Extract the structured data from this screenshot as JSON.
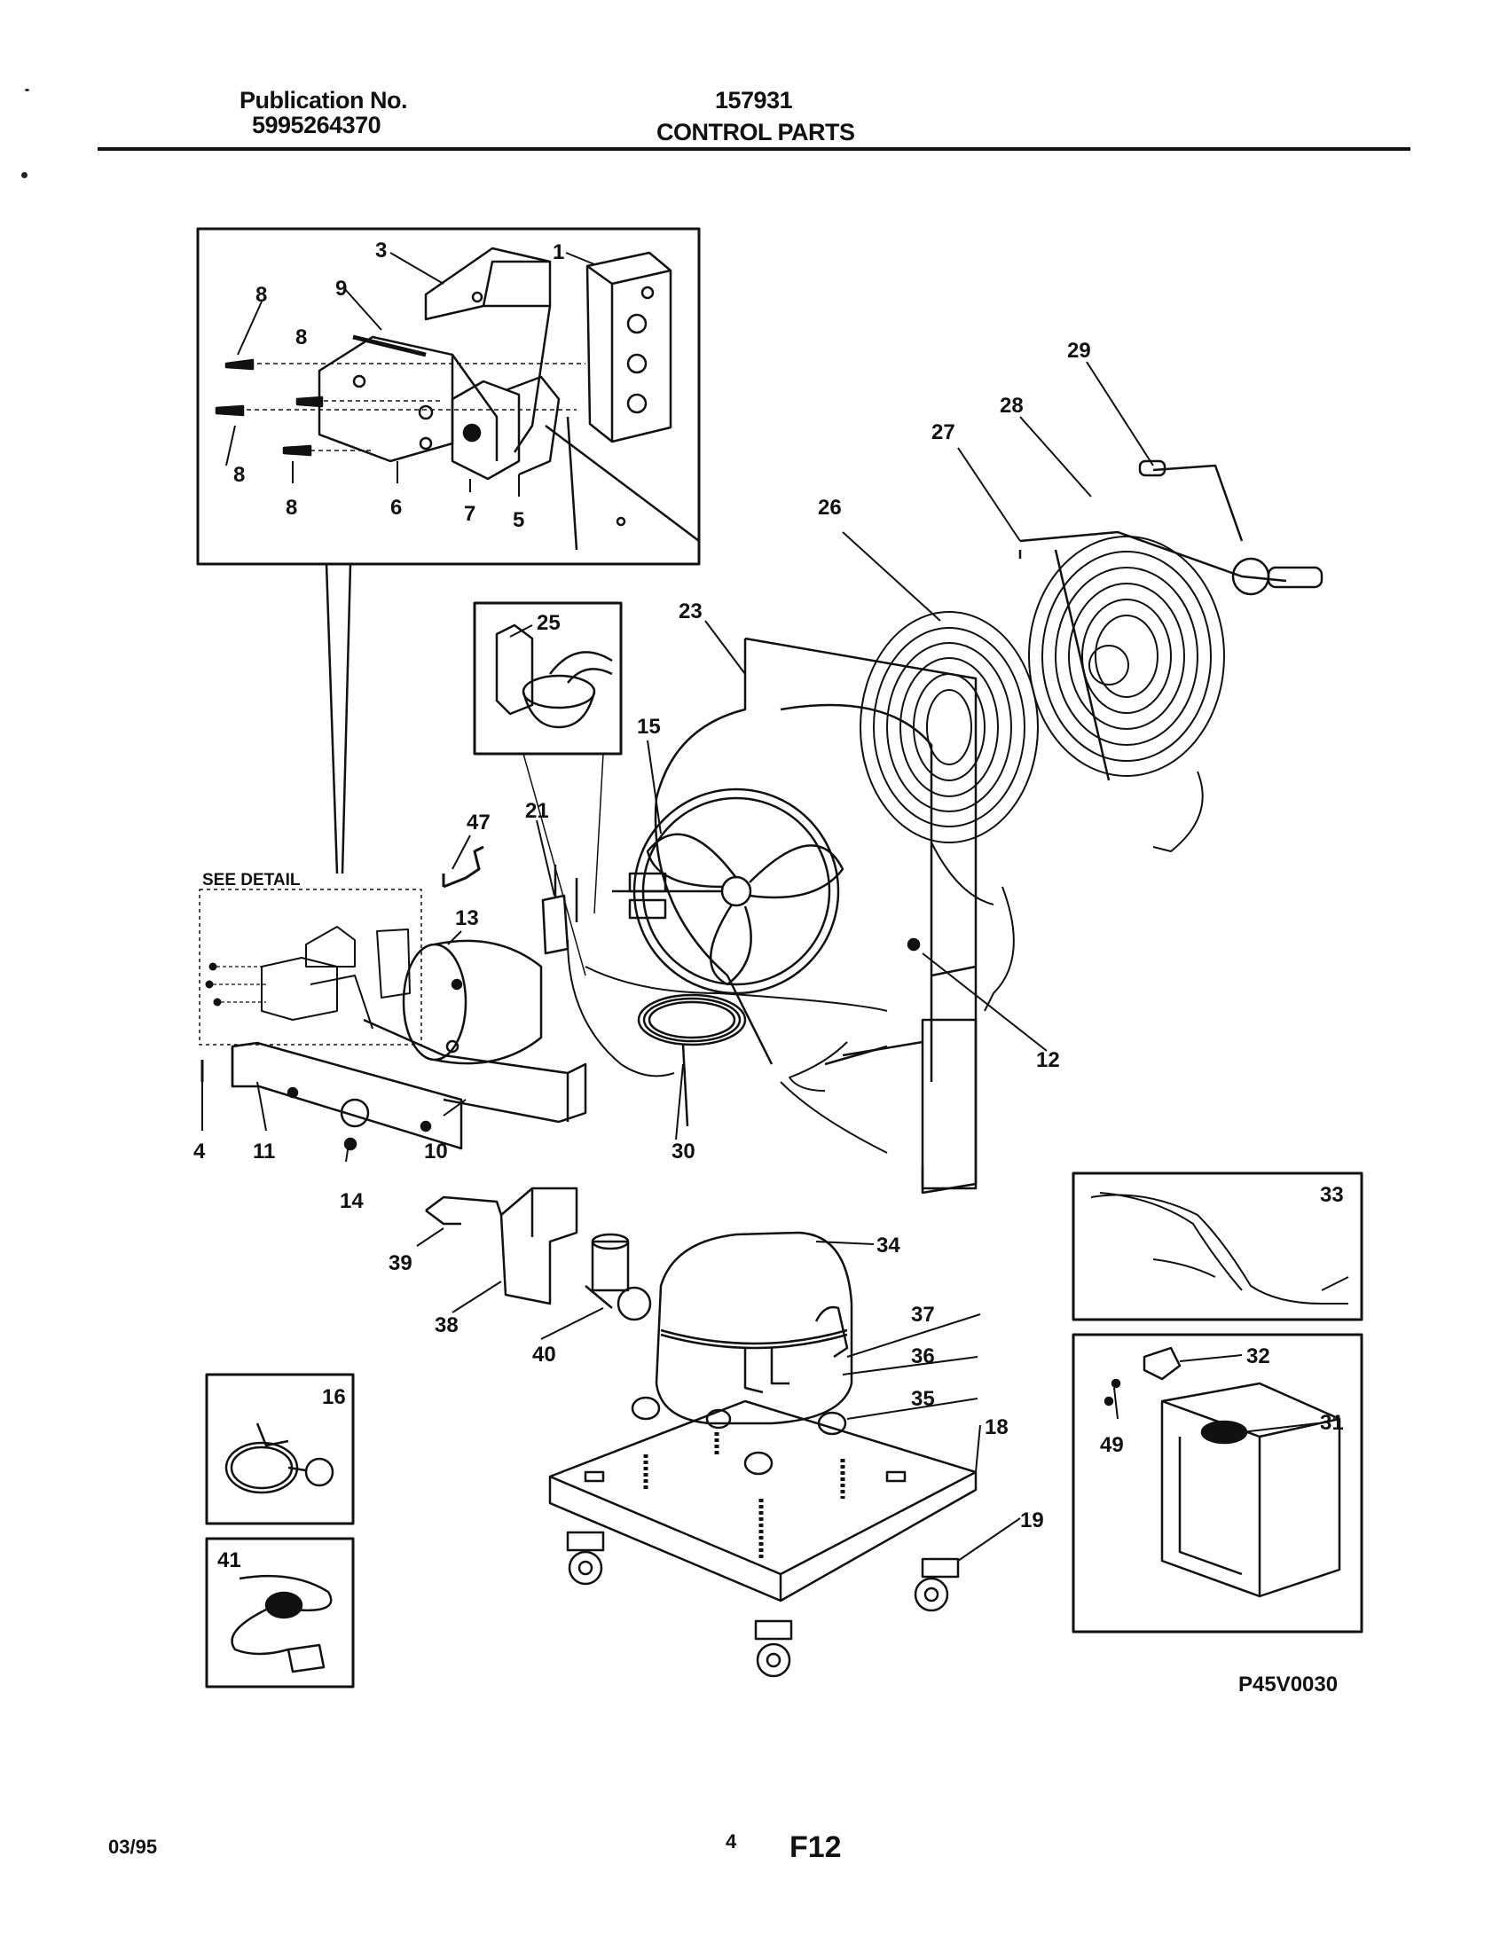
{
  "header": {
    "publication_label": "Publication No.",
    "publication_number": "5995264370",
    "model_number": "157931",
    "section_title": "CONTROL PARTS"
  },
  "diagram": {
    "see_detail_label": "SEE DETAIL",
    "callouts": {
      "c1": "1",
      "c3": "3",
      "c5": "5",
      "c6": "6",
      "c7": "7",
      "c8a": "8",
      "c8b": "8",
      "c8c": "8",
      "c8d": "8",
      "c9": "9",
      "c4": "4",
      "c10": "10",
      "c11": "11",
      "c12": "12",
      "c13": "13",
      "c14": "14",
      "c15": "15",
      "c16": "16",
      "c18": "18",
      "c19": "19",
      "c21": "21",
      "c23": "23",
      "c25": "25",
      "c26": "26",
      "c27": "27",
      "c28": "28",
      "c29": "29",
      "c30": "30",
      "c31": "31",
      "c32": "32",
      "c33": "33",
      "c34": "34",
      "c35": "35",
      "c36": "36",
      "c37": "37",
      "c38": "38",
      "c39": "39",
      "c40": "40",
      "c41": "41",
      "c47": "47",
      "c49": "49"
    },
    "drawing_code": "P45V0030"
  },
  "footer": {
    "date": "03/95",
    "page_number": "4",
    "section_code": "F12"
  }
}
